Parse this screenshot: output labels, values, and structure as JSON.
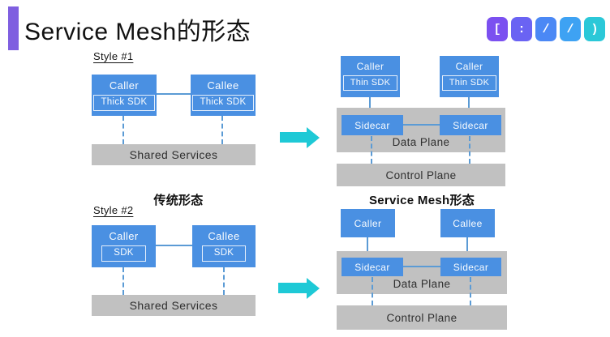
{
  "slide": {
    "title": "Service Mesh的形态",
    "label_traditional": "传统形态",
    "label_servicemesh": "Service Mesh形态"
  },
  "logo": {
    "tiles": [
      {
        "glyph": "[",
        "color": "#7b50f0"
      },
      {
        "glyph": ":",
        "color": "#6a63f3"
      },
      {
        "glyph": "/",
        "color": "#4b88f5"
      },
      {
        "glyph": "/",
        "color": "#3ea2f3"
      },
      {
        "glyph": ")",
        "color": "#2bc8d8"
      }
    ]
  },
  "style1": {
    "label": "Style #1",
    "caller": "Caller",
    "caller_sdk": "Thick SDK",
    "callee": "Callee",
    "callee_sdk": "Thick SDK",
    "bar": "Shared Services"
  },
  "style2": {
    "label": "Style #2",
    "caller": "Caller",
    "caller_sdk": "SDK",
    "callee": "Callee",
    "callee_sdk": "SDK",
    "bar": "Shared Services"
  },
  "mesh_top": {
    "node1": "Caller",
    "node1_sdk": "Thin SDK",
    "node2": "Caller",
    "node2_sdk": "Thin SDK",
    "sidecar1": "Sidecar",
    "sidecar2": "Sidecar",
    "data_plane": "Data Plane",
    "control_plane": "Control Plane"
  },
  "mesh_bottom": {
    "node1": "Caller",
    "node2": "Callee",
    "sidecar1": "Sidecar",
    "sidecar2": "Sidecar",
    "data_plane": "Data Plane",
    "control_plane": "Control Plane"
  },
  "colors": {
    "box_blue": "#4a90e2",
    "connector_blue": "#5b9bd5",
    "bar_gray": "#c1c1c1",
    "arrow_cyan": "#1ec9d6",
    "accent_purple": "#7f5fe0"
  }
}
